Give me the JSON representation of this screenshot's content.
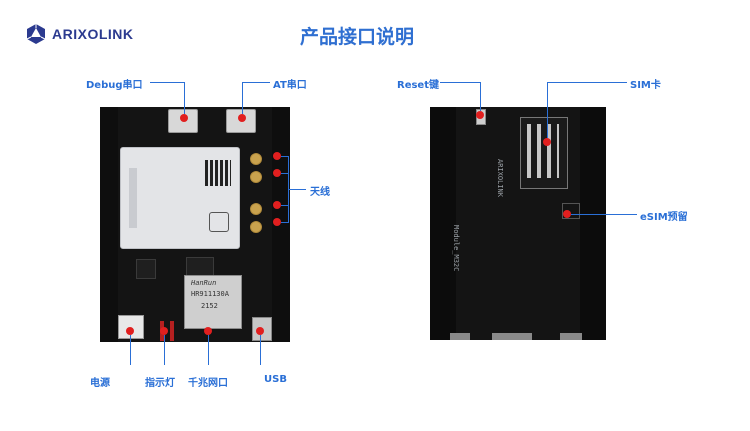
{
  "brand": {
    "name": "ARIXOLINK",
    "icon": "icosahedron-logo-icon",
    "color": "#2b3a8f"
  },
  "title": "产品接口说明",
  "colors": {
    "accent": "#2a6fd6",
    "marker": "#e11f1f"
  },
  "front_board": {
    "callouts": {
      "debug": "Debug串口",
      "at": "AT串口",
      "antenna": "天线",
      "power": "电源",
      "indicator": "指示灯",
      "ethernet": "千兆网口",
      "usb": "USB"
    },
    "transformer_brand": "HanRun",
    "transformer_model": "HR911130A",
    "transformer_code": "2152"
  },
  "back_board": {
    "callouts": {
      "reset": "Reset键",
      "sim": "SIM卡",
      "esim": "eSIM预留"
    },
    "silkscreen": "ARIXOLINK Module_M32C",
    "silkscreen_main": "Module_M32C",
    "silkscreen_brand": "ARIXOLINK"
  }
}
